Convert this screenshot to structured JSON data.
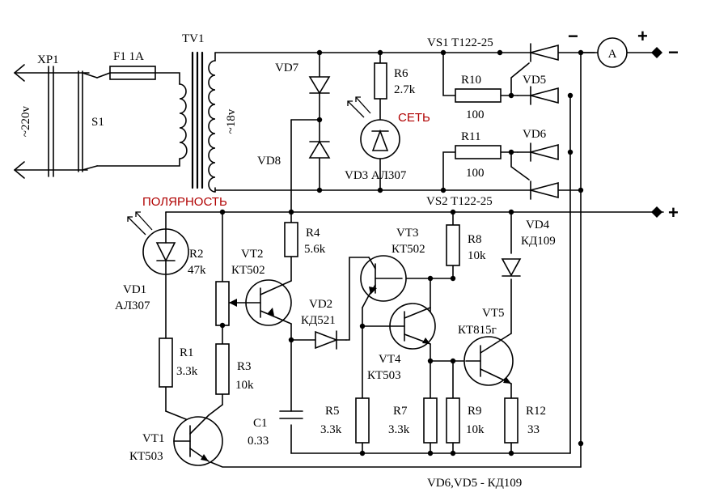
{
  "labels": {
    "xp1": "XP1",
    "mains": "~220v",
    "s1": "S1",
    "f1": "F1 1A",
    "tv1": "TV1",
    "sec_v": "~18v",
    "vd7": "VD7",
    "vd8": "VD8",
    "r6": "R6",
    "r6_val": "2.7k",
    "set": "СЕТЬ",
    "vd3": "VD3 АЛ307",
    "vs1": "VS1 T122-25",
    "vs2": "VS2 T122-25",
    "r10": "R10",
    "r10_val": "100",
    "r11": "R11",
    "r11_val": "100",
    "vd5": "VD5",
    "vd6": "VD6",
    "minus_top": "−",
    "plus_top": "+",
    "ammeter": "A",
    "out_minus": "−",
    "out_plus": "+",
    "polarity": "ПОЛЯРНОСТЬ",
    "vd1": "VD1",
    "vd1_type": "АЛ307",
    "r2": "R2",
    "r2_val": "47k",
    "vt2": "VT2",
    "vt2_type": "КТ502",
    "r4": "R4",
    "r4_val": "5.6k",
    "vd2": "VD2",
    "vd2_type": "КД521",
    "vt3": "VT3",
    "vt3_type": "КТ502",
    "r8": "R8",
    "r8_val": "10k",
    "vd4": "VD4",
    "vd4_type": "КД109",
    "vt4": "VT4",
    "vt4_type": "КТ503",
    "vt5": "VT5",
    "vt5_type": "КТ815г",
    "r1": "R1",
    "r1_val": "3.3k",
    "r3": "R3",
    "r3_val": "10k",
    "c1": "C1",
    "c1_val": "0.33",
    "r5": "R5",
    "r5_val": "3.3k",
    "r7": "R7",
    "r7_val": "3.3k",
    "r9": "R9",
    "r9_val": "10k",
    "r12": "R12",
    "r12_val": "33",
    "vt1": "VT1",
    "vt1_type": "КТ503",
    "note": "VD6,VD5 - КД109"
  },
  "colors": {
    "ink": "#000000",
    "label_red": "#b00000",
    "background": "#ffffff"
  }
}
